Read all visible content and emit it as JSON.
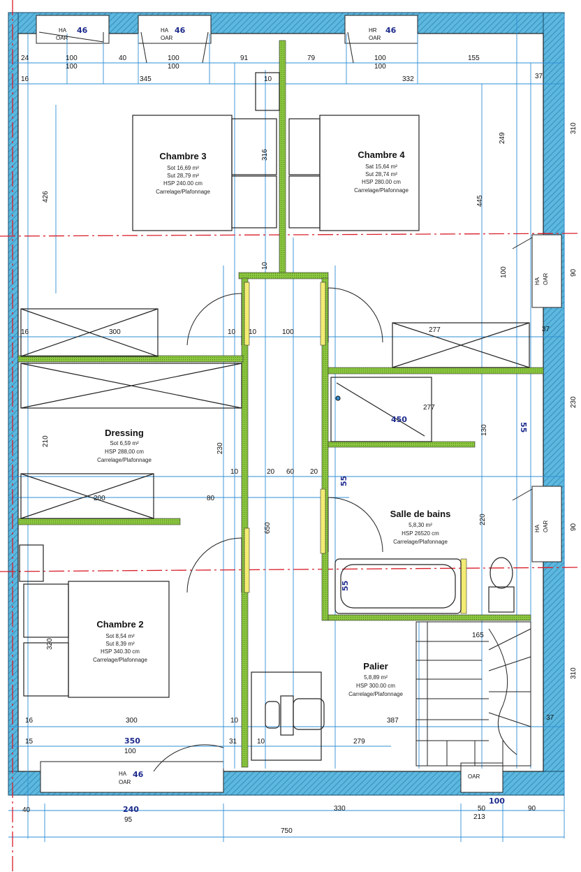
{
  "rooms": {
    "chambre3": {
      "name": "Chambre 3",
      "l1": "Sot 16,69 m²",
      "l2": "Sut 28,79 m²",
      "l3": "HSP 240.00 cm",
      "l4": "Carrelage/Plafonnage"
    },
    "chambre4": {
      "name": "Chambre 4",
      "l1": "Sat 15,64 m²",
      "l2": "Sut 28,74 m²",
      "l3": "HSP 280.00 cm",
      "l4": "Carrelage/Plafonnage"
    },
    "dressing": {
      "name": "Dressing",
      "l1": "Sot 6,59 m²",
      "l2": "HSP 288,00 cm",
      "l3": "Carrelage/Plafonnage"
    },
    "sdb": {
      "name": "Salle de bains",
      "l1": "5,8,30 m²",
      "l2": "HSP 26520 cm",
      "l3": "Carrelage/Plafonnage"
    },
    "chambre2": {
      "name": "Chambre 2",
      "l1": "Sot 8,54 m²",
      "l2": "Sut 8,39 m²",
      "l3": "HSP 340.30 cm",
      "l4": "Carrelage/Plafonnage"
    },
    "palier": {
      "name": "Palier",
      "l1": "5,8,89 m²",
      "l2": "HSP 300.00 cm",
      "l3": "Carrelage/Plafonnage"
    }
  },
  "windows": [
    {
      "id": "w1",
      "l1": "HA",
      "l2": "OAR",
      "hand": "46"
    },
    {
      "id": "w2",
      "l1": "HA",
      "l2": "OAR",
      "hand": "46"
    },
    {
      "id": "w3",
      "l1": "HR",
      "l2": "OAR",
      "hand": "46"
    },
    {
      "id": "w4",
      "l1": "HA",
      "l2": "OAR",
      "hand": "46"
    },
    {
      "id": "w5",
      "l1": "OAR",
      "l2": "",
      "hand": ""
    },
    {
      "id": "w6",
      "l1": "HA",
      "l2": "OAR",
      "hand": ""
    },
    {
      "id": "w7",
      "l1": "HA",
      "l2": "OAR",
      "hand": ""
    }
  ],
  "dims_top": {
    "a": "24",
    "b": "100",
    "b2": "100",
    "c": "40",
    "d": "100",
    "d2": "100",
    "e": "91",
    "f": "79",
    "g": "100",
    "g2": "100",
    "h": "155",
    "row2_left": "16",
    "row2_a": "345",
    "row2_b": "10",
    "row2_c": "332",
    "row2_d": "37"
  },
  "dims_mid": {
    "left16": "16",
    "l300": "300",
    "m10a": "10",
    "m100": "100",
    "m10b": "10",
    "r277": "277",
    "r37": "37",
    "w10": "10",
    "w20": "20",
    "w60": "60",
    "w20b": "20",
    "r277b": "277",
    "r80": "80",
    "r200": "200"
  },
  "dims_bottom": {
    "b16": "16",
    "b300": "300",
    "b10": "10",
    "b387": "387",
    "b37": "37",
    "b15": "15",
    "b350": "350",
    "b100": "100",
    "b31": "31",
    "b10b": "10",
    "b279": "279",
    "b165": "165",
    "o40": "40",
    "o240": "240",
    "o95": "95",
    "o330": "330",
    "o50": "50",
    "o213": "213",
    "o100": "100",
    "o90": "90",
    "total": "750"
  },
  "dims_vertical": {
    "v426": "426",
    "v316": "316",
    "v10a": "10",
    "v445": "445",
    "v249": "249",
    "v310": "310",
    "v90a": "90",
    "v210": "210",
    "v230": "230",
    "v650": "650",
    "v220": "220",
    "v90b": "90",
    "v230r": "230",
    "v320": "320",
    "v310b": "310",
    "v130": "130",
    "v100": "100"
  },
  "handwriting": {
    "h1": "450",
    "h2": "55",
    "h3": "55",
    "h4": "55"
  },
  "colors": {
    "wall_blue": "#5cb8de",
    "partition_green": "#8cc63f",
    "door_yellow": "#f3ec74",
    "dim_blue": "#2f8fd6",
    "axis_red": "#d81e2a"
  }
}
